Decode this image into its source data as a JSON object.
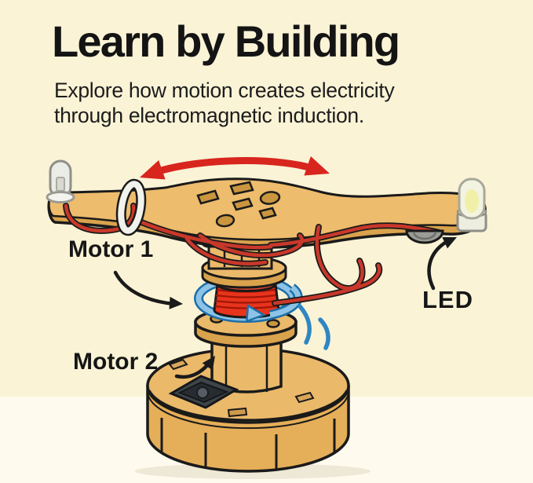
{
  "header": {
    "title": "Learn by Building",
    "subtitle": "Explore how motion creates electricity\nthrough electromagnetic induction."
  },
  "labels": {
    "motor1": "Motor 1",
    "motor2": "Motor 2",
    "led": "LED"
  },
  "icons": {
    "motion_arrow": "red-double-curved-arrow",
    "rotation_arrow": "blue-circular-rotation-arrow",
    "motor1_pointer": "black-curved-arrow",
    "motor2_pointer": "black-curved-arrow",
    "led_pointer": "black-curved-arrow"
  },
  "colors": {
    "background_top": "#FAF3D6",
    "background_bottom": "#FEFBEE",
    "text": "#161616",
    "accent_red": "#D8251D",
    "wire_red": "#C8382A",
    "coil_red": "#E8341C",
    "rotation_blue": "#8CC3E6",
    "rotation_blue_dark": "#1D6FA8",
    "wood_light": "#EDBC6C",
    "wood_mid": "#D9A24C",
    "outline": "#1A1A1A"
  }
}
